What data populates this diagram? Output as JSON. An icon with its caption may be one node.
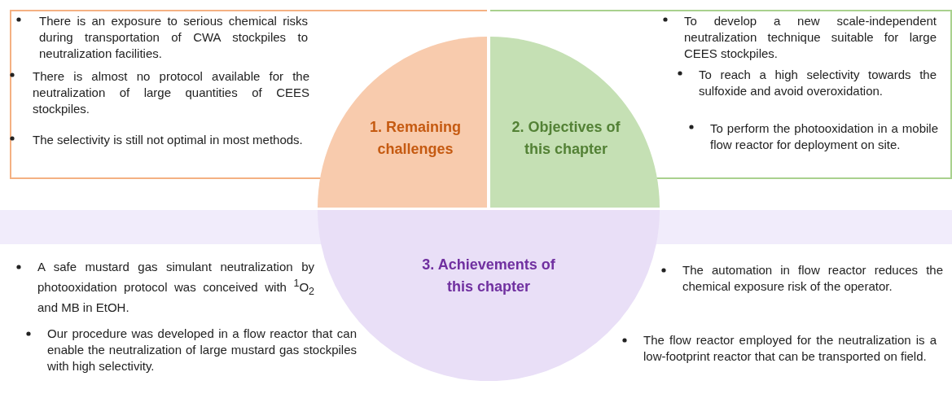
{
  "diagram": {
    "nodes": [
      {
        "text": [
          "There is an exposure to serious chemical risks during transportation of CWA stockpiles to neutralization facilities.",
          "There is almost no protocol available for the neutralization of large quantities of CEES stockpiles.",
          "The selectivity is still not optimal in most methods."
        ]
      },
      {
        "text": [
          "To develop a new scale-independent neutralization technique suitable for large CEES stockpiles.",
          "To reach a high selectivity towards the sulfoxide and avoid overoxidation.",
          "To perform the photooxidation in a mobile flow reactor for deployment on site."
        ]
      },
      {
        "text": [],
        "shape": "bar"
      },
      {
        "text": [
          "1. Remaining challenges"
        ]
      },
      {
        "text": [
          "2. Objectives of this chapter"
        ]
      },
      {
        "text": [
          "3. Achievements of this chapter"
        ]
      }
    ],
    "edges": [],
    "labels": [
      "A safe mustard gas simulant neutralization by photooxidation protocol was conceived with $^{1}$O$_{2}$ and MB in EtOH.",
      "Our procedure was developed in a flow reactor that can enable the neutralization of large mustard gas stockpiles with high selectivity.",
      "The automation in flow reactor reduces the chemical exposure risk of the operator.",
      "The flow reactor employed for the neutralization is a low-footprint reactor that can be transported on field."
    ]
  }
}
